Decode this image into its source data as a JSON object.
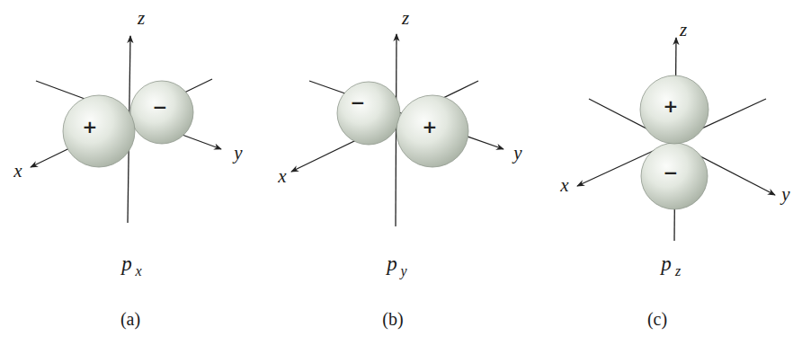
{
  "diagram": {
    "labels": [
      "z",
      "x",
      "y",
      "+",
      "−",
      "p",
      "x",
      "(a)",
      "z",
      "x",
      "y",
      "−",
      "+",
      "p",
      "y",
      "(b)",
      "z",
      "x",
      "y",
      "+",
      "−",
      "p",
      "z",
      "(c)"
    ]
  }
}
